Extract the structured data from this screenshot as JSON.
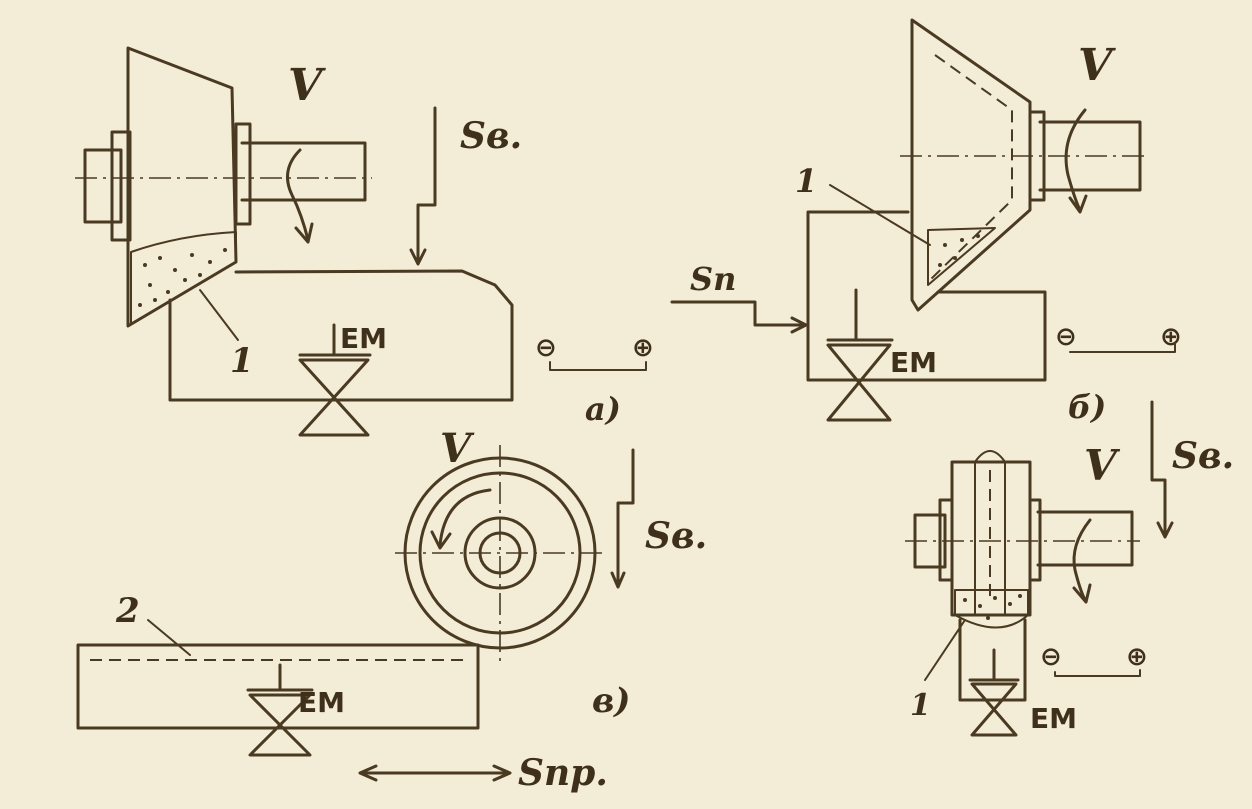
{
  "labels": {
    "panel_a": {
      "speed": "V",
      "feed": "Sв.",
      "part_number": "1",
      "electrode": "EM",
      "panel_letter": "а)",
      "minus_sign": "⊖",
      "plus_sign": "⊕"
    },
    "panel_b": {
      "speed": "V",
      "feed": "Sп",
      "part_number": "1",
      "electrode": "EM",
      "panel_letter": "б)",
      "minus_sign": "⊖",
      "plus_sign": "⊕"
    },
    "panel_v": {
      "speed": "V",
      "feed": "Sв.",
      "part_number": "2",
      "electrode": "EM",
      "panel_letter": "в)",
      "traverse_feed": "Sпр."
    },
    "panel_g": {
      "speed": "V",
      "feed": "Sв.",
      "part_number": "1",
      "electrode": "EM",
      "minus_sign": "⊖",
      "plus_sign": "⊕"
    }
  }
}
